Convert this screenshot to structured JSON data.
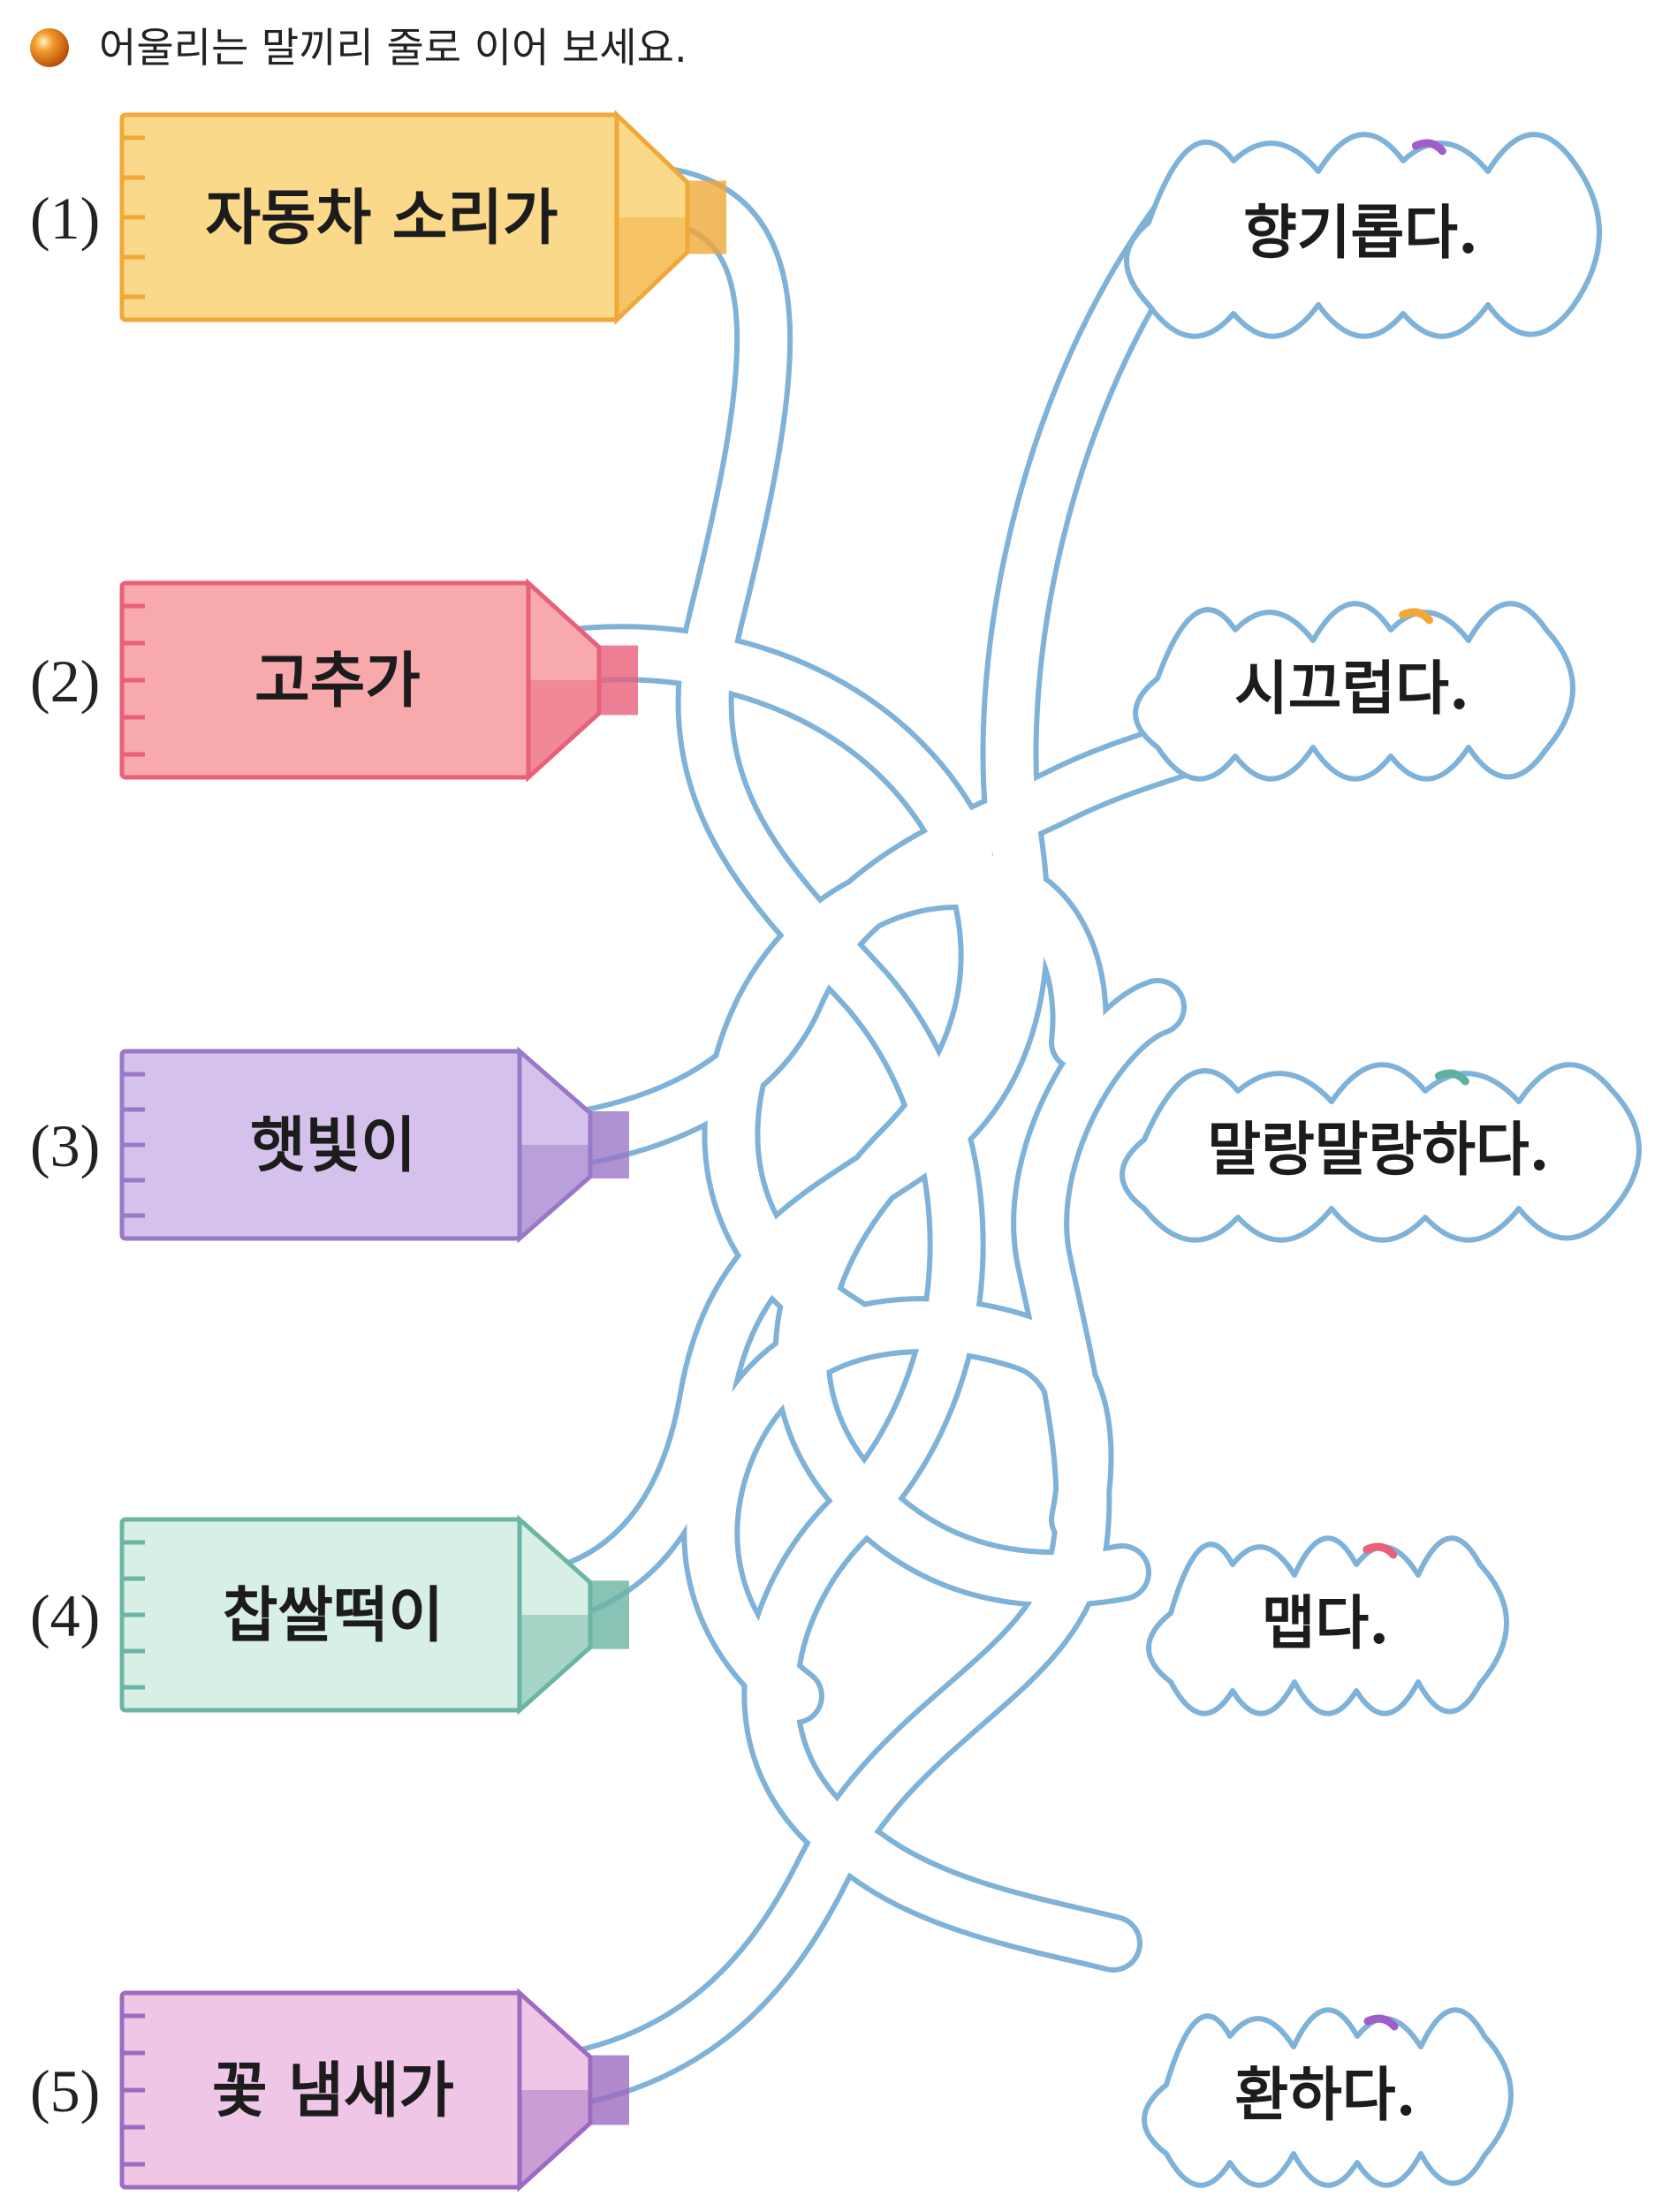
{
  "instruction": "어울리는 말끼리 줄로 이어 보세요.",
  "colors": {
    "bullet": "#e8731a",
    "maze_line": "#7fb2d9",
    "tube_1": "#fbd98a",
    "tube_1_edge": "#f0a838",
    "tube_2": "#f7a9ab",
    "tube_2_edge": "#e8607a",
    "tube_3": "#d4c2ec",
    "tube_3_edge": "#9a78c8",
    "tube_4": "#d8efe6",
    "tube_4_edge": "#6bb5a5",
    "tube_5": "#efc6e6",
    "tube_5_edge": "#9d6bc0",
    "cloud_edge": "#7fb2d9"
  },
  "items": [
    {
      "number": "(1)",
      "text": "자동차 소리가"
    },
    {
      "number": "(2)",
      "text": "고추가"
    },
    {
      "number": "(3)",
      "text": "햇빛이"
    },
    {
      "number": "(4)",
      "text": "찹쌀떡이"
    },
    {
      "number": "(5)",
      "text": "꽃 냄새가"
    }
  ],
  "predicates": [
    {
      "text": "향기롭다."
    },
    {
      "text": "시끄럽다."
    },
    {
      "text": "말랑말랑하다."
    },
    {
      "text": "맵다."
    },
    {
      "text": "환하다."
    }
  ]
}
